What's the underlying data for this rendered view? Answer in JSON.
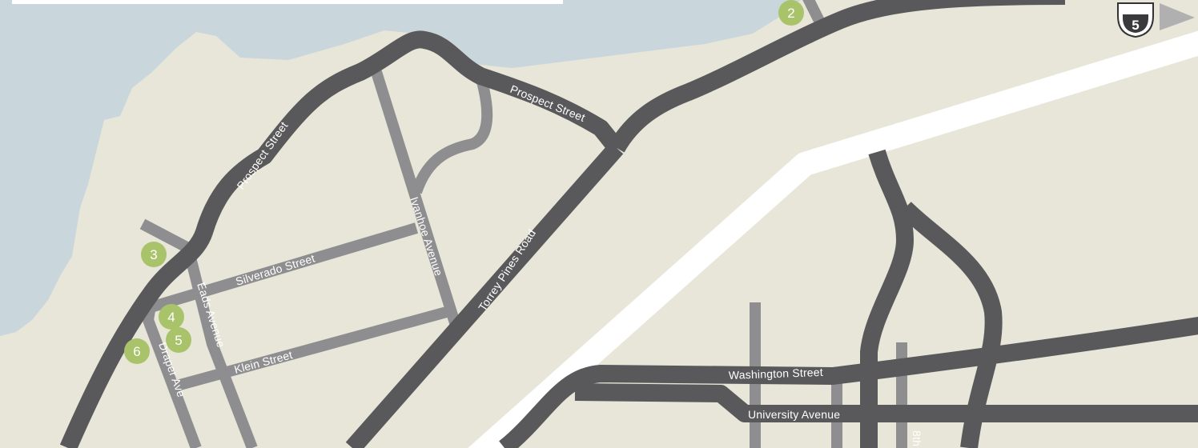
{
  "map": {
    "colors": {
      "land": "#e7e6d8",
      "water": "#c9d6dc",
      "major_road": "#59595b",
      "minor_road": "#8e8e90",
      "highway_band": "#ffffff",
      "marker": "#a9c36b"
    },
    "roads": {
      "prospect_street_1": "Prospect Street",
      "prospect_street_2": "Prospect Street",
      "silverado_street": "Silverado Street",
      "ivanhoe_avenue": "Ivanhoe Avenue",
      "torrey_pines_road": "Torrey Pines Road",
      "eads_avenue": "Eads Avenue",
      "klein_street": "Klein Street",
      "draper_ave": "Draper Ave",
      "washington_street": "Washington Street",
      "university_avenue": "University Avenue",
      "eighth_ave": "8th"
    },
    "markers": [
      "2",
      "3",
      "4",
      "5",
      "6"
    ],
    "shield": {
      "number": "5",
      "icons": [
        "interstate-shield-icon",
        "direction-arrow-icon"
      ]
    }
  }
}
